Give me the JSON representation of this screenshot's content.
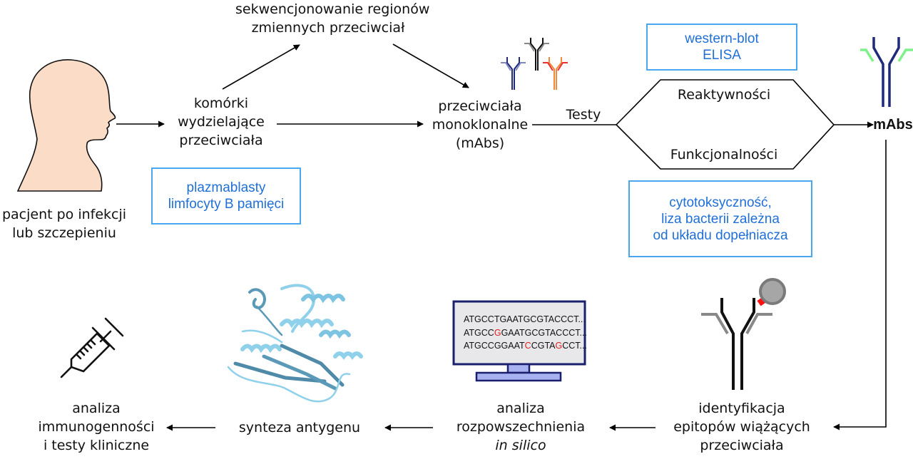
{
  "diagram": {
    "language": "pl",
    "nodes": {
      "patient": {
        "lines": [
          "pacjent po infekcji",
          "lub szczepieniu"
        ],
        "icon": "human-head-icon"
      },
      "secreting_cells": {
        "lines": [
          "komórki",
          "wydzielające",
          "przeciwciała"
        ]
      },
      "cell_types_box": {
        "lines": [
          "plazmablasty",
          "limfocyty B pamięci"
        ]
      },
      "sequencing": {
        "lines": [
          "sekwencjonowanie regionów",
          "zmiennych przeciwciał"
        ]
      },
      "monoclonal": {
        "lines": [
          "przeciwciała",
          "monoklonalne",
          "(mAbs)"
        ],
        "icon": "antibodies-group-icon"
      },
      "tests_label": "Testy",
      "reactivity": "Reaktywności",
      "functionality": "Funkcjonalności",
      "reactivity_box": {
        "lines": [
          "western-blot",
          "ELISA"
        ]
      },
      "functionality_box": {
        "lines": [
          "cytotoksyczność,",
          "liza bacterii zależna",
          "od układu dopełniacza"
        ]
      },
      "mabs": {
        "label": "mAbs",
        "icon": "antibody-icon"
      },
      "epitope": {
        "lines": [
          "identyfikacja",
          "epitopów wiążących",
          "przeciwciała"
        ],
        "icon": "antibody-epitope-icon"
      },
      "in_silico": {
        "lines": [
          "analiza",
          "rozpowszechnienia"
        ],
        "italic_line": "in silico",
        "icon": "computer-monitor-icon"
      },
      "antigen": {
        "lines": [
          "synteza antygenu"
        ],
        "icon": "protein-structure-icon"
      },
      "clinical": {
        "lines": [
          "analiza",
          "immunogenności",
          "i testy kliniczne"
        ],
        "icon": "syringe-icon"
      }
    },
    "monitor_sequences": [
      {
        "parts": [
          [
            "ATGCCTGAATGCGTACCCT...",
            false
          ]
        ]
      },
      {
        "parts": [
          [
            "ATGCC",
            false
          ],
          [
            "G",
            true
          ],
          [
            "GAATGCGTACCCT...",
            false
          ]
        ]
      },
      {
        "parts": [
          [
            "ATGCCGGAAT",
            false
          ],
          [
            "C",
            true
          ],
          [
            "CGTA",
            false
          ],
          [
            "G",
            true
          ],
          [
            "CCT...",
            false
          ]
        ]
      }
    ],
    "colors": {
      "box_border": "#4aa6ee",
      "box_text": "#1f6fd6",
      "skin": "#fbdcc6",
      "antibody_navy": "#1f2a7a",
      "antibody_green": "#7ef08a",
      "antibody_orange": "#f08a3a",
      "antibody_red": "#e83030",
      "protein": "#8fd0ea",
      "monitor_fill": "#e8e8ea",
      "monitor_stand": "#a9b2f0",
      "mutation": "#e02020"
    }
  }
}
